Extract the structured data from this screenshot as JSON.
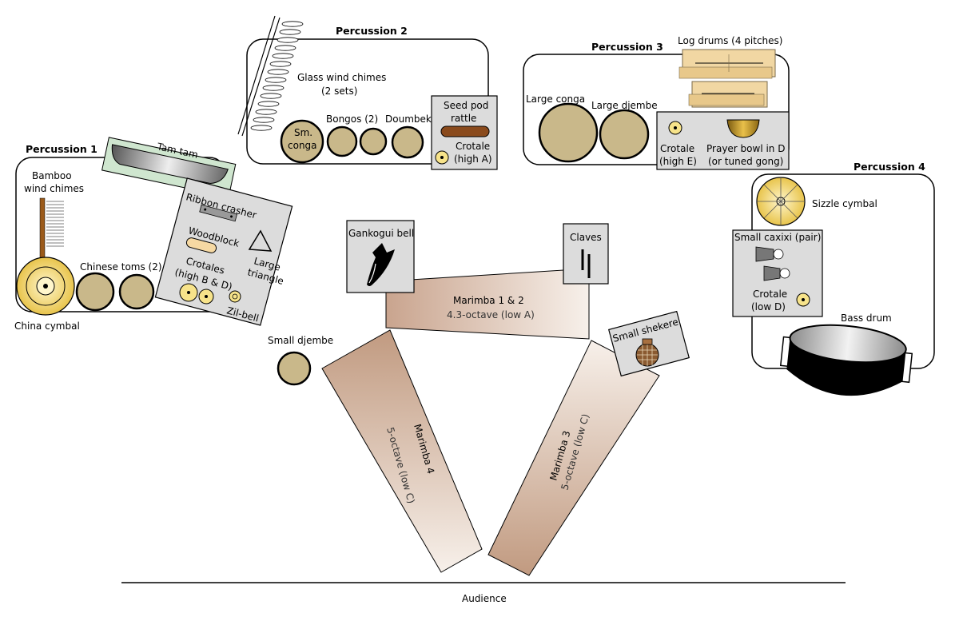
{
  "sections": {
    "p1": "Percussion 1",
    "p2": "Percussion 2",
    "p3": "Percussion 3",
    "p4": "Percussion 4"
  },
  "p1": {
    "tam_tam": "Tam tam",
    "bamboo_1": "Bamboo",
    "bamboo_2": "wind chimes",
    "china": "China cymbal",
    "chinese_toms": "Chinese toms (2)",
    "ribbon": "Ribbon crasher",
    "woodblock": "Woodblock",
    "triangle_1": "Large",
    "triangle_2": "triangle",
    "crotales_1": "Crotales",
    "crotales_2": "(high B & D)",
    "zil": "Zil-bell"
  },
  "p2": {
    "glass_1": "Glass wind chimes",
    "glass_2": "(2 sets)",
    "conga_1": "Sm.",
    "conga_2": "conga",
    "bongos": "Bongos (2)",
    "doumbek": "Doumbek",
    "seedpod_1": "Seed pod",
    "seedpod_2": "rattle",
    "crotale_1": "Crotale",
    "crotale_2": "(high A)"
  },
  "p3": {
    "logdrums": "Log drums (4 pitches)",
    "conga": "Large conga",
    "djembe": "Large djembe",
    "crotale_1": "Crotale",
    "crotale_2": "(high E)",
    "bowl_1": "Prayer bowl in D",
    "bowl_2": "(or tuned gong)"
  },
  "p4": {
    "sizzle": "Sizzle cymbal",
    "caxixi": "Small caxixi (pair)",
    "crotale_1": "Crotale",
    "crotale_2": "(low D)",
    "bassdrum": "Bass drum"
  },
  "center": {
    "gankogui": "Gankogui bell",
    "claves": "Claves",
    "m12_name": "Marimba 1 & 2",
    "m12_range": "4.3-octave (low A)",
    "small_djembe": "Small djembe",
    "small_shekere": "Small shekere",
    "m4_name": "Marimba 4",
    "m4_range": "5-octave (low C)",
    "m3_name": "Marimba 3",
    "m3_range": "5-octave (low C)"
  },
  "audience": "Audience",
  "colors": {
    "drum_head": "#c9b88a",
    "grey_panel": "#dcdcdc",
    "marimba_dark": "#b9927a",
    "marimba_light": "#f2e6de",
    "cymbal": "#f3d36a",
    "wood": "#f1d7a3"
  }
}
